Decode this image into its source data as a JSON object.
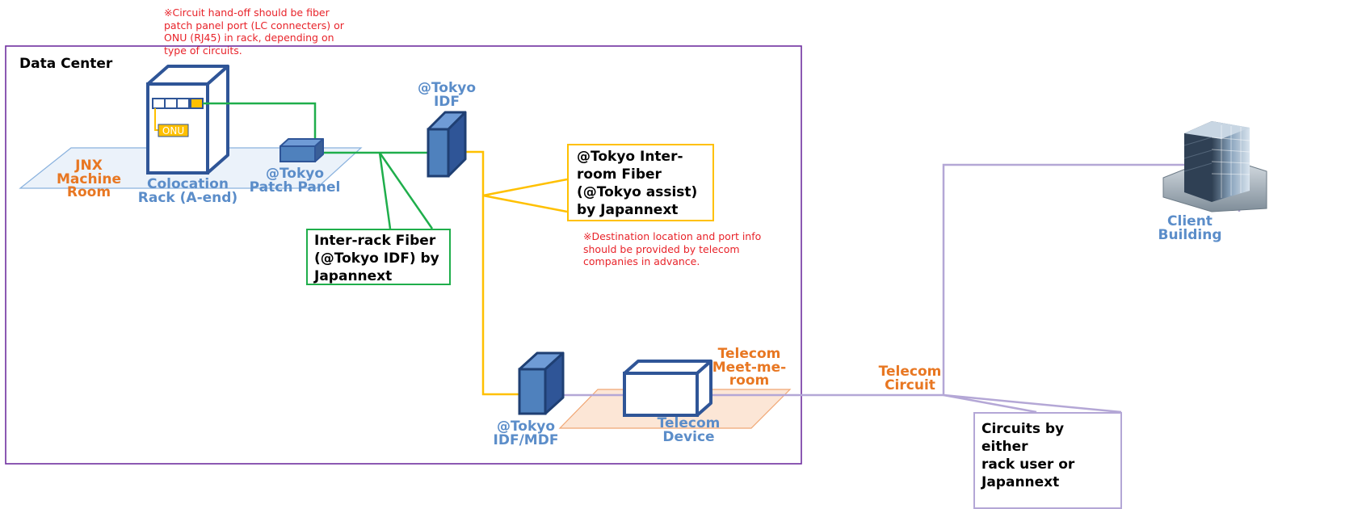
{
  "diagram": {
    "data_center_title": "Data Center",
    "top_note": [
      "※Circuit hand-off should be fiber",
      "patch panel port (LC connecters) or",
      "ONU (RJ45) in rack, depending on",
      "type of circuits."
    ],
    "jnx_room": [
      "JNX",
      "Machine",
      "Room"
    ],
    "colocation_rack": [
      "Colocation",
      "Rack (A-end)"
    ],
    "onu_label": "ONU",
    "patch_panel": [
      "@Tokyo",
      "Patch Panel"
    ],
    "idf": [
      "@Tokyo",
      "IDF"
    ],
    "inter_room_box": [
      "@Tokyo Inter-",
      "room Fiber",
      "(@Tokyo assist)",
      "by Japannext"
    ],
    "destination_note": [
      "※Destination location and port info",
      "should be provided by telecom",
      "companies in advance."
    ],
    "inter_rack_box": [
      "Inter-rack Fiber",
      "(@Tokyo IDF) by",
      "Japannext"
    ],
    "idf_mdf": [
      "@Tokyo",
      "IDF/MDF"
    ],
    "meet_me_room": [
      "Telecom",
      "Meet-me-",
      "room"
    ],
    "telecom_device": [
      "Telecom",
      "Device"
    ],
    "telecom_circuit": [
      "Telecom",
      "Circuit"
    ],
    "client_building": [
      "Client",
      "Building"
    ],
    "circuits_box": [
      "Circuits by either",
      "rack user or",
      "Japannext"
    ]
  },
  "colors": {
    "data_center_border": "#7030a0",
    "green_fiber": "#1fae4b",
    "yellow_fiber": "#ffc000",
    "telecom_circuit_line": "#b4a7d6",
    "equipment_blue": "#4f81bd",
    "equipment_dark": "#1f3f73",
    "label_blue": "#5b8dc9",
    "label_orange": "#e87722",
    "note_red": "#e8232a"
  }
}
